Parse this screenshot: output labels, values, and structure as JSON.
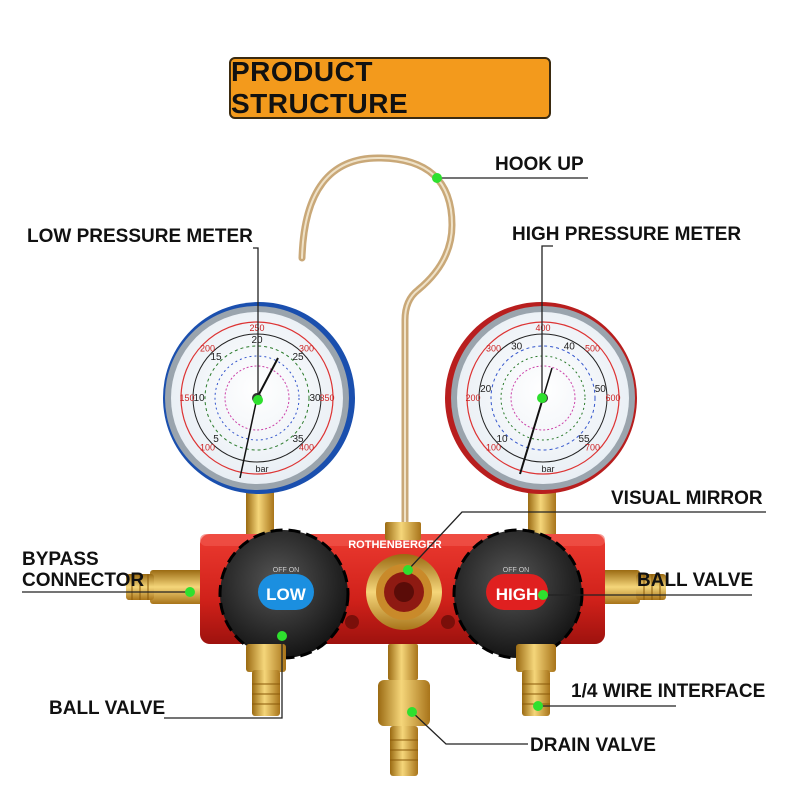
{
  "title": "PRODUCT STRUCTURE",
  "labels": {
    "hook_up": "HOOK UP",
    "low_pressure_meter": "LOW PRESSURE METER",
    "high_pressure_meter": "HIGH PRESSURE METER",
    "visual_mirror": "VISUAL MIRROR",
    "bypass_connector_line1": "BYPASS",
    "bypass_connector_line2": "CONNECTOR",
    "ball_valve_right": "BALL VALVE",
    "ball_valve_left": "BALL VALVE",
    "wire_interface": "1/4 WIRE INTERFACE",
    "drain_valve": "DRAIN VALVE"
  },
  "product": {
    "brand": "ROTHENBERGER",
    "low_knob_text": "LOW",
    "high_knob_text": "HIGH",
    "knob_off_on": "OFF  ON",
    "low_gauge_unit": "bar",
    "high_gauge_unit": "bar",
    "low_gauge_outer_ticks": [
      "100",
      "150",
      "200",
      "250",
      "300",
      "350",
      "400"
    ],
    "low_gauge_inner_ticks": [
      "5",
      "10",
      "15",
      "20",
      "25",
      "30",
      "35"
    ],
    "high_gauge_outer_ticks": [
      "100",
      "200",
      "300",
      "400",
      "500",
      "600",
      "700"
    ],
    "high_gauge_inner_ticks": [
      "10",
      "20",
      "30",
      "40",
      "50",
      "55"
    ]
  },
  "colors": {
    "title_bg": "#f39a1c",
    "manifold_red": "#d8261f",
    "brass": "#d9a93a",
    "marker_green": "#2ee02e",
    "knob_low": "#1b8fe0",
    "knob_high": "#e02020"
  }
}
